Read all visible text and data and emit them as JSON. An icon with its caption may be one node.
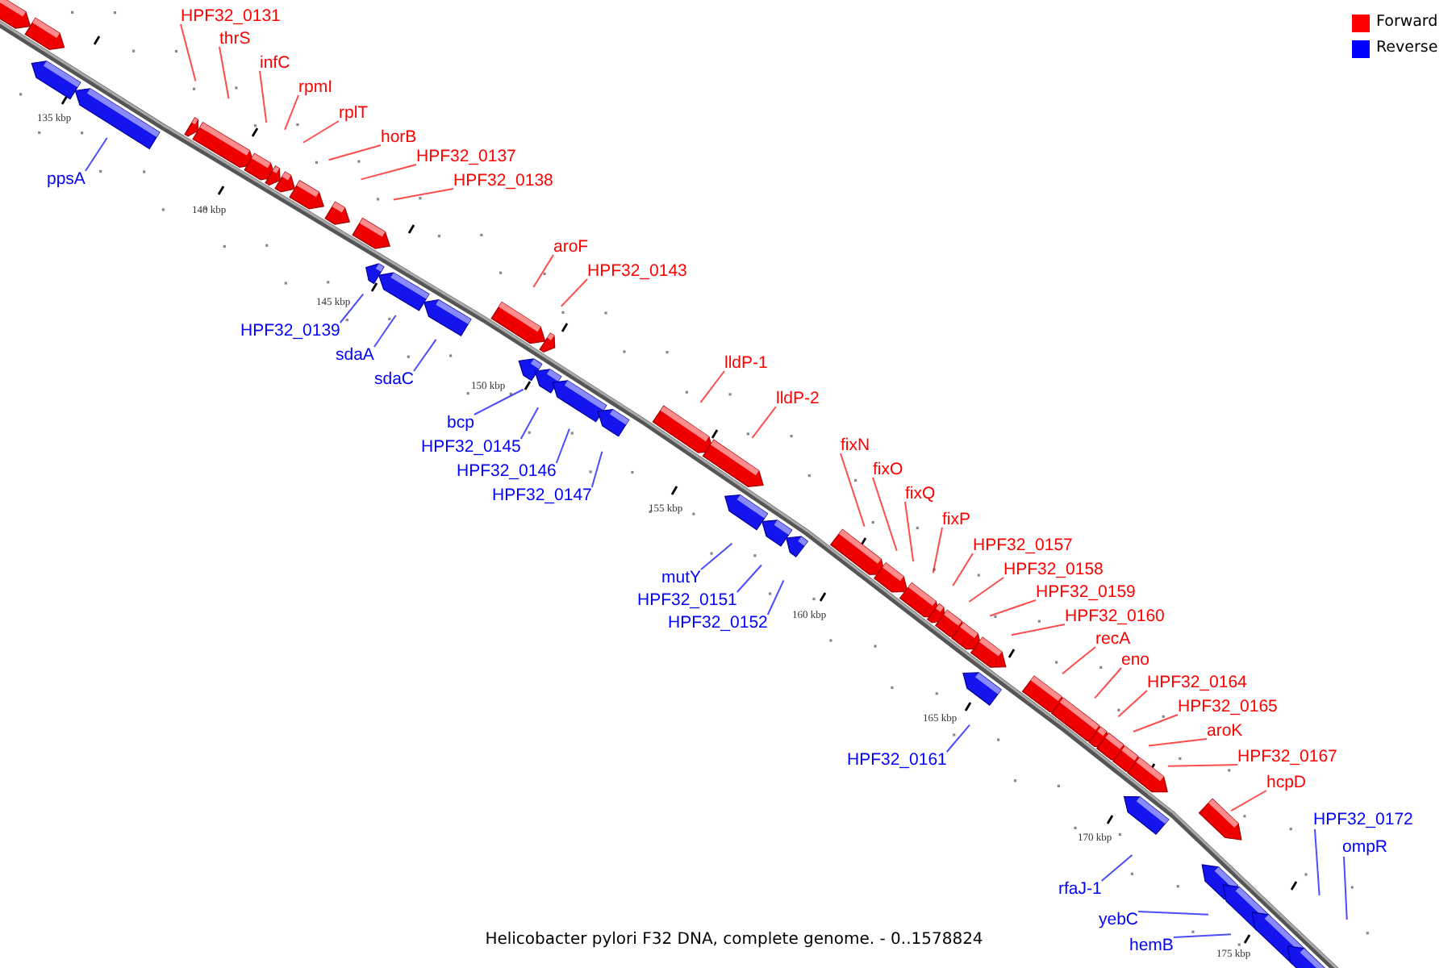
{
  "diagram": {
    "caption": "Helicobacter pylori F32 DNA, complete genome. - 0..1578824",
    "nodes": [
      {
        "text": [
          "HPF32_0131"
        ]
      },
      {
        "text": [
          "thrS"
        ]
      },
      {
        "text": [
          "infC"
        ]
      },
      {
        "text": [
          "rpmI"
        ]
      },
      {
        "text": [
          "rplT"
        ]
      },
      {
        "text": [
          "horB"
        ]
      },
      {
        "text": [
          "HPF32_0137"
        ]
      },
      {
        "text": [
          "HPF32_0138"
        ]
      },
      {
        "text": [
          "aroF"
        ]
      },
      {
        "text": [
          "HPF32_0143"
        ]
      },
      {
        "text": [
          "lldP-1"
        ]
      },
      {
        "text": [
          "lldP-2"
        ]
      },
      {
        "text": [
          "fixN"
        ]
      },
      {
        "text": [
          "fixO"
        ]
      },
      {
        "text": [
          "fixQ"
        ]
      },
      {
        "text": [
          "fixP"
        ]
      },
      {
        "text": [
          "HPF32_0157"
        ]
      },
      {
        "text": [
          "HPF32_0158"
        ]
      },
      {
        "text": [
          "HPF32_0159"
        ]
      },
      {
        "text": [
          "HPF32_0160"
        ]
      },
      {
        "text": [
          "recA"
        ]
      },
      {
        "text": [
          "eno"
        ]
      },
      {
        "text": [
          "HPF32_0164"
        ]
      },
      {
        "text": [
          "HPF32_0165"
        ]
      },
      {
        "text": [
          "aroK"
        ]
      },
      {
        "text": [
          "HPF32_0167"
        ]
      },
      {
        "text": [
          "hcpD"
        ]
      },
      {
        "text": [
          "ppsA"
        ]
      },
      {
        "text": [
          "HPF32_0139"
        ]
      },
      {
        "text": [
          "sdaA"
        ]
      },
      {
        "text": [
          "sdaC"
        ]
      },
      {
        "text": [
          "bcp"
        ]
      },
      {
        "text": [
          "HPF32_0145"
        ]
      },
      {
        "text": [
          "HPF32_0146"
        ]
      },
      {
        "text": [
          "HPF32_0147"
        ]
      },
      {
        "text": [
          "mutY"
        ]
      },
      {
        "text": [
          "HPF32_0151"
        ]
      },
      {
        "text": [
          "HPF32_0152"
        ]
      },
      {
        "text": [
          "HPF32_0161"
        ]
      },
      {
        "text": [
          "HPF32_0172"
        ]
      },
      {
        "text": [
          "ompR"
        ]
      },
      {
        "text": [
          "rfaJ-1"
        ]
      },
      {
        "text": [
          "yebC"
        ]
      },
      {
        "text": [
          "hemB"
        ]
      }
    ],
    "edges": [
      {
        "from": 0,
        "to": null,
        "arrow": "none"
      },
      {
        "from": 1,
        "to": null,
        "arrow": "none"
      },
      {
        "from": 2,
        "to": null,
        "arrow": "none"
      },
      {
        "from": 3,
        "to": null,
        "arrow": "none"
      },
      {
        "from": 4,
        "to": null,
        "arrow": "none"
      },
      {
        "from": 5,
        "to": null,
        "arrow": "none"
      },
      {
        "from": 6,
        "to": null,
        "arrow": "none"
      },
      {
        "from": 7,
        "to": null,
        "arrow": "none"
      },
      {
        "from": 8,
        "to": null,
        "arrow": "none"
      },
      {
        "from": 9,
        "to": null,
        "arrow": "none"
      },
      {
        "from": 10,
        "to": null,
        "arrow": "none"
      },
      {
        "from": 11,
        "to": null,
        "arrow": "none"
      },
      {
        "from": 12,
        "to": null,
        "arrow": "none"
      },
      {
        "from": 13,
        "to": null,
        "arrow": "none"
      },
      {
        "from": 14,
        "to": null,
        "arrow": "none"
      },
      {
        "from": 15,
        "to": null,
        "arrow": "none"
      },
      {
        "from": 16,
        "to": null,
        "arrow": "none"
      },
      {
        "from": 17,
        "to": null,
        "arrow": "none"
      },
      {
        "from": 18,
        "to": null,
        "arrow": "none"
      },
      {
        "from": 19,
        "to": null,
        "arrow": "none"
      },
      {
        "from": 20,
        "to": null,
        "arrow": "none"
      },
      {
        "from": 21,
        "to": null,
        "arrow": "none"
      },
      {
        "from": 22,
        "to": null,
        "arrow": "none"
      },
      {
        "from": 23,
        "to": null,
        "arrow": "none"
      },
      {
        "from": 24,
        "to": null,
        "arrow": "none"
      },
      {
        "from": 25,
        "to": null,
        "arrow": "none"
      },
      {
        "from": 26,
        "to": null,
        "arrow": "none"
      },
      {
        "from": 27,
        "to": null,
        "arrow": "none",
        "color": "#0000ff"
      },
      {
        "from": 28,
        "to": null,
        "arrow": "none",
        "color": "#0000ff"
      },
      {
        "from": 29,
        "to": null,
        "arrow": "none",
        "color": "#0000ff"
      },
      {
        "from": 30,
        "to": null,
        "arrow": "none",
        "color": "#0000ff"
      },
      {
        "from": 31,
        "to": null,
        "arrow": "none",
        "color": "#0000ff"
      },
      {
        "from": 32,
        "to": null,
        "arrow": "none",
        "color": "#0000ff"
      },
      {
        "from": 33,
        "to": null,
        "arrow": "none",
        "color": "#0000ff"
      },
      {
        "from": 34,
        "to": null,
        "arrow": "none",
        "color": "#0000ff"
      },
      {
        "from": 35,
        "to": null,
        "arrow": "none",
        "color": "#0000ff"
      },
      {
        "from": 36,
        "to": null,
        "arrow": "none",
        "color": "#0000ff"
      },
      {
        "from": 37,
        "to": null,
        "arrow": "none",
        "color": "#0000ff"
      },
      {
        "from": 38,
        "to": null,
        "arrow": "none",
        "color": "#0000ff"
      },
      {
        "from": 39,
        "to": null,
        "arrow": "none",
        "color": "#0000ff"
      },
      {
        "from": 40,
        "to": null,
        "arrow": "none",
        "color": "#0000ff"
      },
      {
        "from": 41,
        "to": null,
        "arrow": "none",
        "color": "#0000ff"
      },
      {
        "from": 42,
        "to": null,
        "arrow": "none",
        "color": "#0000ff"
      },
      {
        "from": 43,
        "to": null,
        "arrow": "none",
        "color": "#0000ff"
      }
    ],
    "labels": [
      "135 kbp",
      "140 kbp",
      "145 kbp",
      "150 kbp",
      "155 kbp",
      "160 kbp",
      "165 kbp",
      "170 kbp",
      "175 kbp"
    ],
    "legend": [
      {
        "text": "Forward",
        "color": "#ff0000"
      },
      {
        "text": "Reverse",
        "color": "#0000ff"
      }
    ]
  }
}
